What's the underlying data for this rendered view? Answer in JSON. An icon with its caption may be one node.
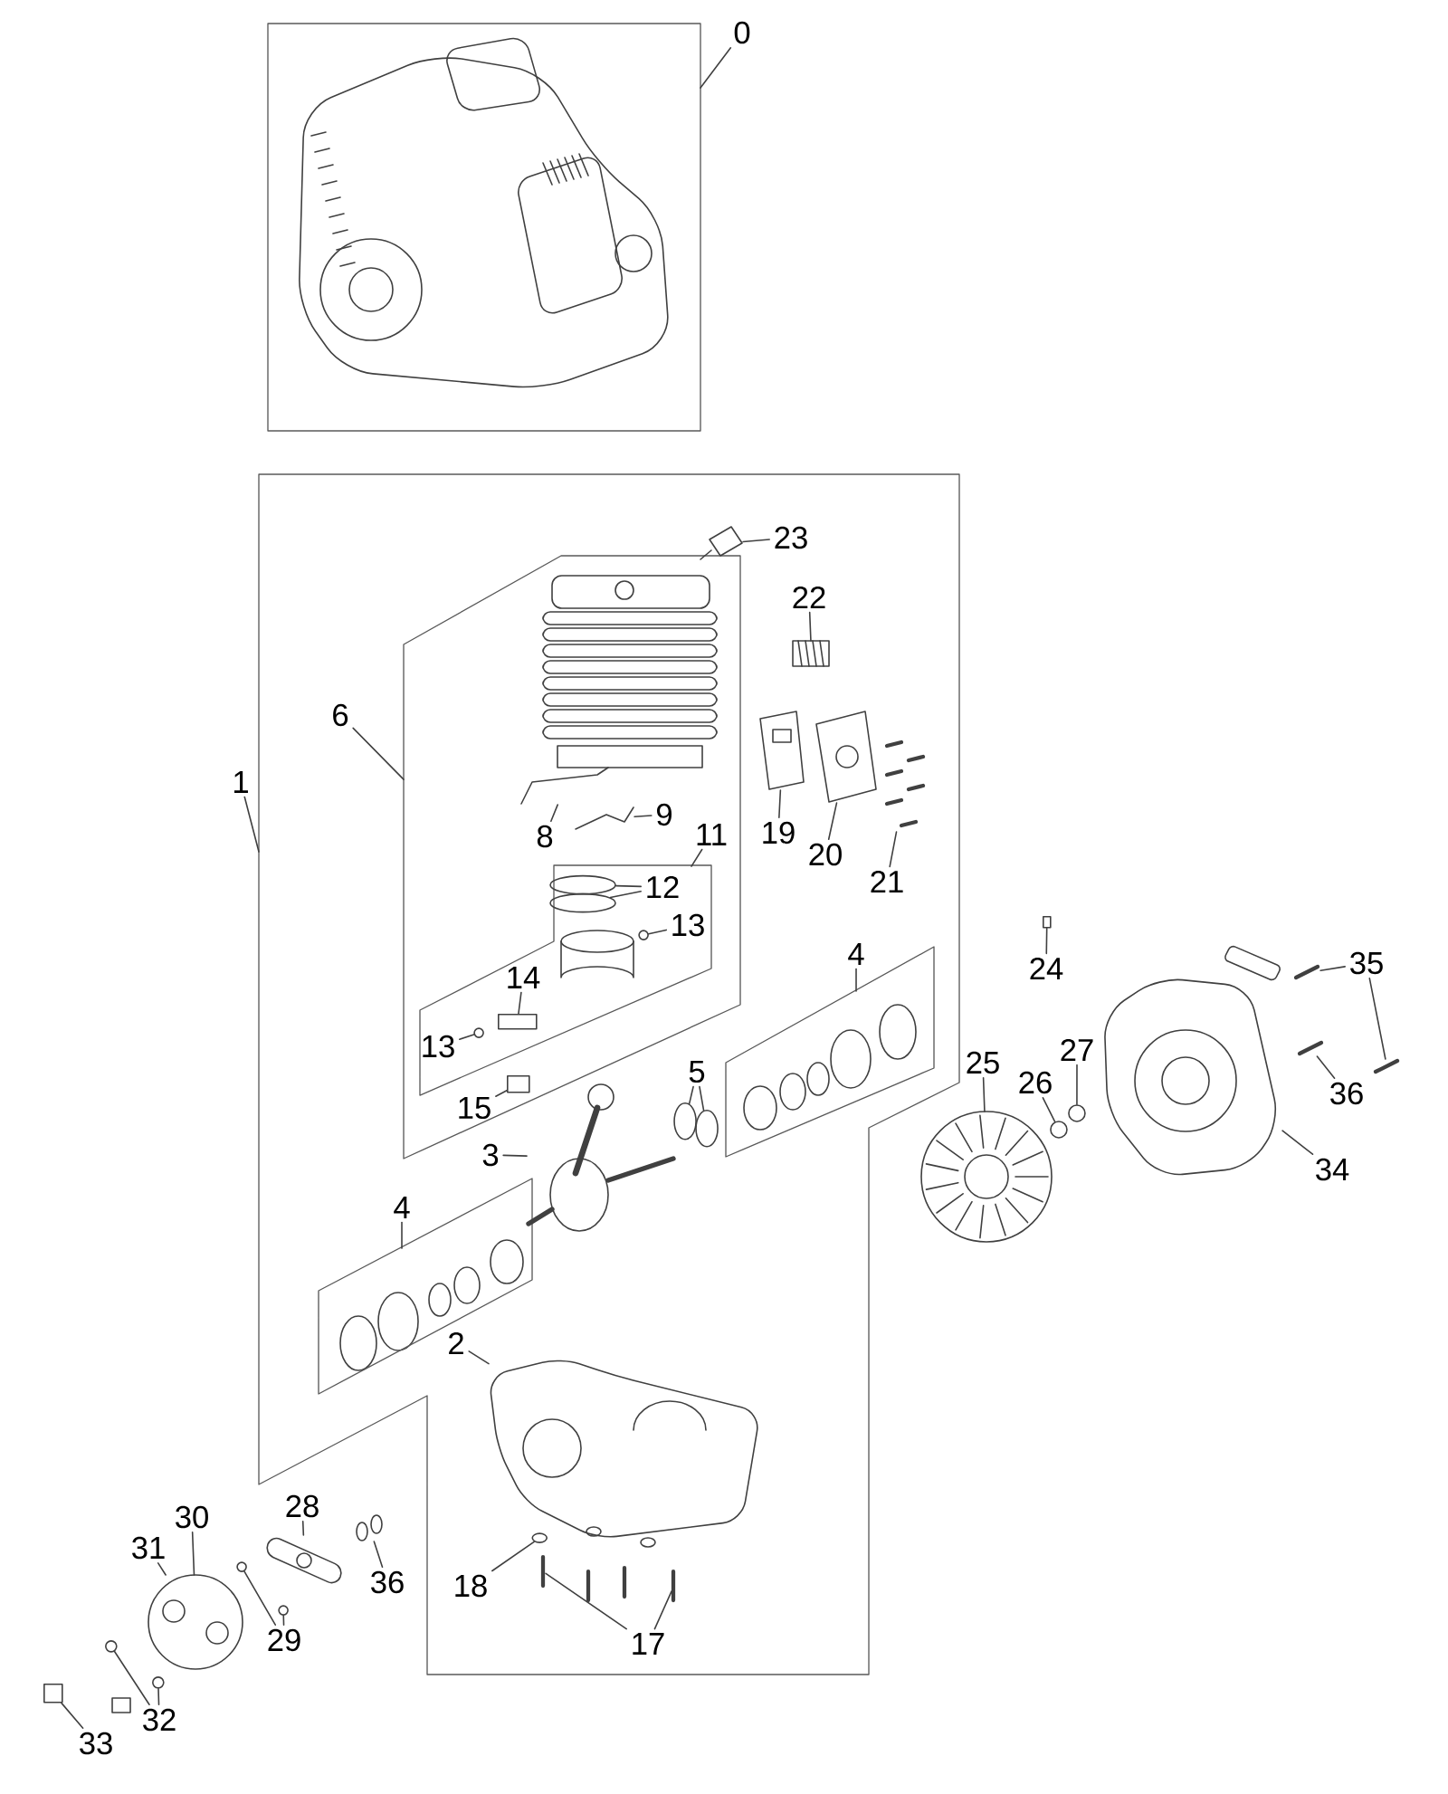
{
  "diagram": {
    "nodes": [
      {
        "text": [],
        "shape": "box"
      },
      {
        "text": [],
        "shape": "box"
      },
      {
        "text": [],
        "shape": "box",
        "in": 1
      },
      {
        "text": [],
        "shape": "box",
        "in": 2
      },
      {
        "text": [],
        "shape": "box",
        "in": 1
      },
      {
        "text": [],
        "shape": "box",
        "in": 1
      },
      {
        "text": [
          "0"
        ]
      },
      {
        "text": [
          "23"
        ],
        "in": 1
      },
      {
        "text": [
          "22"
        ],
        "in": 1
      },
      {
        "text": [
          "6"
        ],
        "in": 1
      },
      {
        "text": [
          "1"
        ]
      },
      {
        "text": [
          "8"
        ],
        "in": 2
      },
      {
        "text": [
          "9"
        ],
        "in": 2
      },
      {
        "text": [
          "11"
        ],
        "in": 2
      },
      {
        "text": [
          "19"
        ],
        "in": 1
      },
      {
        "text": [
          "20"
        ],
        "in": 1
      },
      {
        "text": [
          "21"
        ],
        "in": 1
      },
      {
        "text": [
          "12"
        ],
        "in": 3
      },
      {
        "text": [
          "13"
        ],
        "in": 3
      },
      {
        "text": [
          "24"
        ]
      },
      {
        "text": [
          "4"
        ],
        "in": 1
      },
      {
        "text": [
          "14"
        ],
        "in": 3
      },
      {
        "text": [
          "35"
        ]
      },
      {
        "text": [
          "13"
        ],
        "in": 3
      },
      {
        "text": [
          "25"
        ]
      },
      {
        "text": [
          "27"
        ]
      },
      {
        "text": [
          "36"
        ]
      },
      {
        "text": [
          "5"
        ],
        "in": 1
      },
      {
        "text": [
          "26"
        ]
      },
      {
        "text": [
          "15"
        ],
        "in": 2
      },
      {
        "text": [
          "3"
        ],
        "in": 1
      },
      {
        "text": [
          "34"
        ]
      },
      {
        "text": [
          "4"
        ],
        "in": 1
      },
      {
        "text": [
          "2"
        ],
        "in": 1
      },
      {
        "text": [
          "28"
        ]
      },
      {
        "text": [
          "30"
        ]
      },
      {
        "text": [
          "31"
        ]
      },
      {
        "text": [
          "36"
        ]
      },
      {
        "text": [
          "18"
        ],
        "in": 1
      },
      {
        "text": [
          "29"
        ]
      },
      {
        "text": [
          "17"
        ],
        "in": 1
      },
      {
        "text": [
          "32"
        ]
      },
      {
        "text": [
          "33"
        ]
      },
      {
        "text": [],
        "shape": "picture",
        "in": 1
      },
      {
        "text": [],
        "shape": "picture",
        "in": 1
      },
      {
        "text": [],
        "shape": "picture",
        "in": 2
      },
      {
        "text": [],
        "shape": "picture",
        "in": 2
      },
      {
        "text": [],
        "shape": "picture",
        "in": 1
      },
      {
        "text": [],
        "shape": "picture",
        "in": 1
      },
      {
        "text": [],
        "shape": "picture",
        "in": 1
      },
      {
        "text": [],
        "shape": "circle",
        "in": 3
      },
      {
        "text": [],
        "shape": "circle",
        "in": 3
      },
      {
        "text": [],
        "shape": "circle",
        "in": 3
      },
      {
        "text": [],
        "shape": "box"
      },
      {
        "text": [],
        "shape": "box",
        "in": 3
      },
      {
        "text": [],
        "shape": "picture"
      },
      {
        "text": [],
        "shape": "picture"
      },
      {
        "text": [],
        "shape": "circle",
        "in": 3
      },
      {
        "text": [],
        "shape": "picture"
      },
      {
        "text": [],
        "shape": "circle"
      },
      {
        "text": [],
        "shape": "picture"
      },
      {
        "text": [],
        "shape": "circle",
        "in": 1
      },
      {
        "text": [],
        "shape": "circle",
        "in": 1
      },
      {
        "text": [],
        "shape": "circle"
      },
      {
        "text": [],
        "shape": "box",
        "in": 2
      },
      {
        "text": [],
        "shape": "picture",
        "in": 1
      },
      {
        "text": [],
        "shape": "picture"
      },
      {
        "text": [],
        "shape": "picture",
        "in": 1
      },
      {
        "text": [],
        "shape": "picture"
      },
      {
        "text": [],
        "shape": "picture"
      },
      {
        "text": [],
        "shape": "picture"
      },
      {
        "text": [],
        "shape": "circle",
        "in": 1
      },
      {
        "text": [],
        "shape": "circle"
      },
      {
        "text": [],
        "shape": "circle"
      },
      {
        "text": [],
        "shape": "picture",
        "in": 1
      },
      {
        "text": [],
        "shape": "picture",
        "in": 1
      },
      {
        "text": [],
        "shape": "circle"
      },
      {
        "text": [],
        "shape": "circle"
      },
      {
        "text": [],
        "shape": "box"
      }
    ],
    "edges": [
      {
        "from": 6,
        "to": 0,
        "arrow": "none"
      },
      {
        "from": 7,
        "to": 43,
        "arrow": "none"
      },
      {
        "from": 8,
        "to": 44,
        "arrow": "none"
      },
      {
        "from": 9,
        "to": 2,
        "arrow": "none"
      },
      {
        "from": 10,
        "to": 1,
        "arrow": "none"
      },
      {
        "from": 11,
        "to": 45,
        "arrow": "none"
      },
      {
        "from": 12,
        "to": 46,
        "arrow": "none"
      },
      {
        "from": 13,
        "to": 3,
        "arrow": "none"
      },
      {
        "from": 14,
        "to": 47,
        "arrow": "none"
      },
      {
        "from": 15,
        "to": 48,
        "arrow": "none"
      },
      {
        "from": 16,
        "to": 49,
        "arrow": "none"
      },
      {
        "from": 17,
        "to": 50,
        "arrow": "none"
      },
      {
        "from": 17,
        "to": 51,
        "arrow": "none"
      },
      {
        "from": 18,
        "to": 52,
        "arrow": "none"
      },
      {
        "from": 19,
        "to": 53,
        "arrow": "none"
      },
      {
        "from": 20,
        "to": 4,
        "arrow": "none"
      },
      {
        "from": 21,
        "to": 54,
        "arrow": "none"
      },
      {
        "from": 22,
        "to": 55,
        "arrow": "none"
      },
      {
        "from": 22,
        "to": 56,
        "arrow": "none"
      },
      {
        "from": 23,
        "to": 57,
        "arrow": "none"
      },
      {
        "from": 24,
        "to": 58,
        "arrow": "none"
      },
      {
        "from": 25,
        "to": 59,
        "arrow": "none"
      },
      {
        "from": 26,
        "to": 60,
        "arrow": "none"
      },
      {
        "from": 27,
        "to": 61,
        "arrow": "none"
      },
      {
        "from": 27,
        "to": 62,
        "arrow": "none"
      },
      {
        "from": 28,
        "to": 63,
        "arrow": "none"
      },
      {
        "from": 29,
        "to": 64,
        "arrow": "none"
      },
      {
        "from": 30,
        "to": 65,
        "arrow": "none"
      },
      {
        "from": 31,
        "to": 66,
        "arrow": "none"
      },
      {
        "from": 32,
        "to": 5,
        "arrow": "none"
      },
      {
        "from": 33,
        "to": 67,
        "arrow": "none"
      },
      {
        "from": 34,
        "to": 68,
        "arrow": "none"
      },
      {
        "from": 35,
        "to": 69,
        "arrow": "none"
      },
      {
        "from": 36,
        "to": 69,
        "arrow": "none"
      },
      {
        "from": 37,
        "to": 70,
        "arrow": "none"
      },
      {
        "from": 38,
        "to": 71,
        "arrow": "none"
      },
      {
        "from": 39,
        "to": 72,
        "arrow": "none"
      },
      {
        "from": 40,
        "to": 74,
        "arrow": "none"
      },
      {
        "from": 40,
        "to": 75,
        "arrow": "none"
      },
      {
        "from": 41,
        "to": 76,
        "arrow": "none"
      },
      {
        "from": 41,
        "to": 77,
        "arrow": "none"
      },
      {
        "from": 42,
        "to": 78,
        "arrow": "none"
      },
      {
        "from": 39,
        "to": 73,
        "arrow": "none"
      }
    ]
  }
}
